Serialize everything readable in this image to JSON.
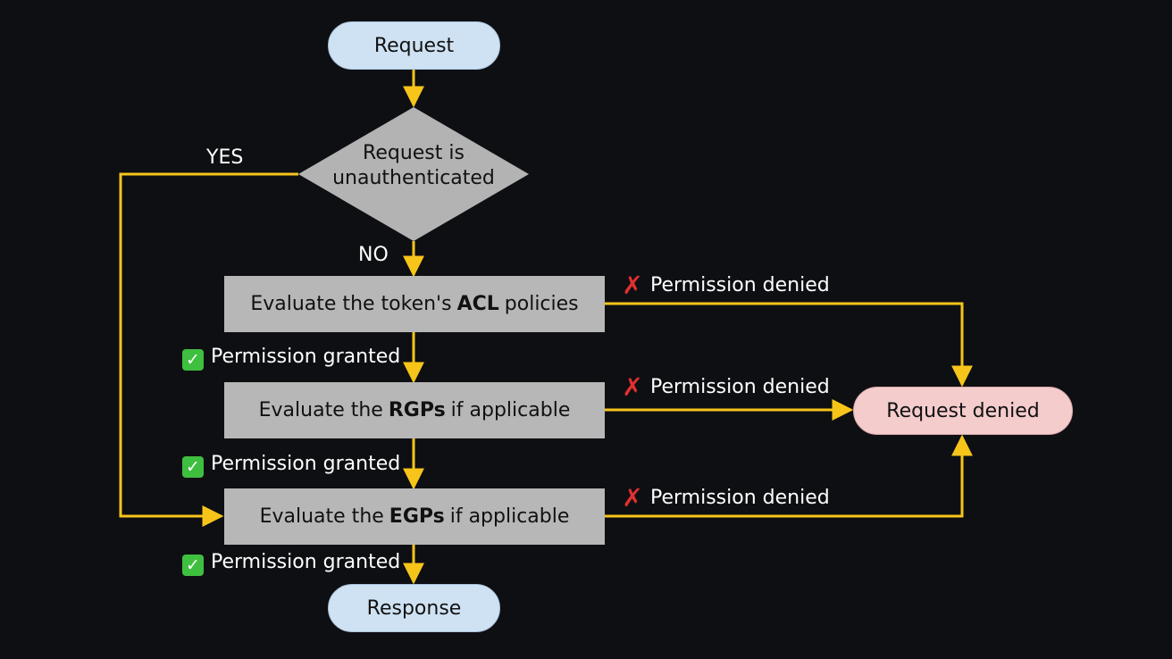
{
  "nodes": {
    "request": "Request",
    "decision_line1": "Request is",
    "decision_line2": "unauthenticated",
    "acl": {
      "before": "Evaluate the token's",
      "bold": "ACL",
      "after": "policies"
    },
    "rgp": {
      "before": "Evaluate the",
      "bold": "RGPs",
      "after": "if applicable"
    },
    "egp": {
      "before": "Evaluate the",
      "bold": "EGPs",
      "after": "if applicable"
    },
    "response": "Response",
    "request_denied": "Request denied"
  },
  "edge_labels": {
    "yes": "YES",
    "no": "NO",
    "granted": "Permission granted",
    "denied": "Permission denied"
  },
  "icons": {
    "granted": "check-mark-icon",
    "denied": "cross-mark-icon"
  },
  "colors": {
    "background": "#0e0f13",
    "arrow": "#f7c51a",
    "terminal": "#cfe2f3",
    "denied": "#f4cccc",
    "process": "#b7b7b7",
    "decision": "#b3b3b3"
  }
}
